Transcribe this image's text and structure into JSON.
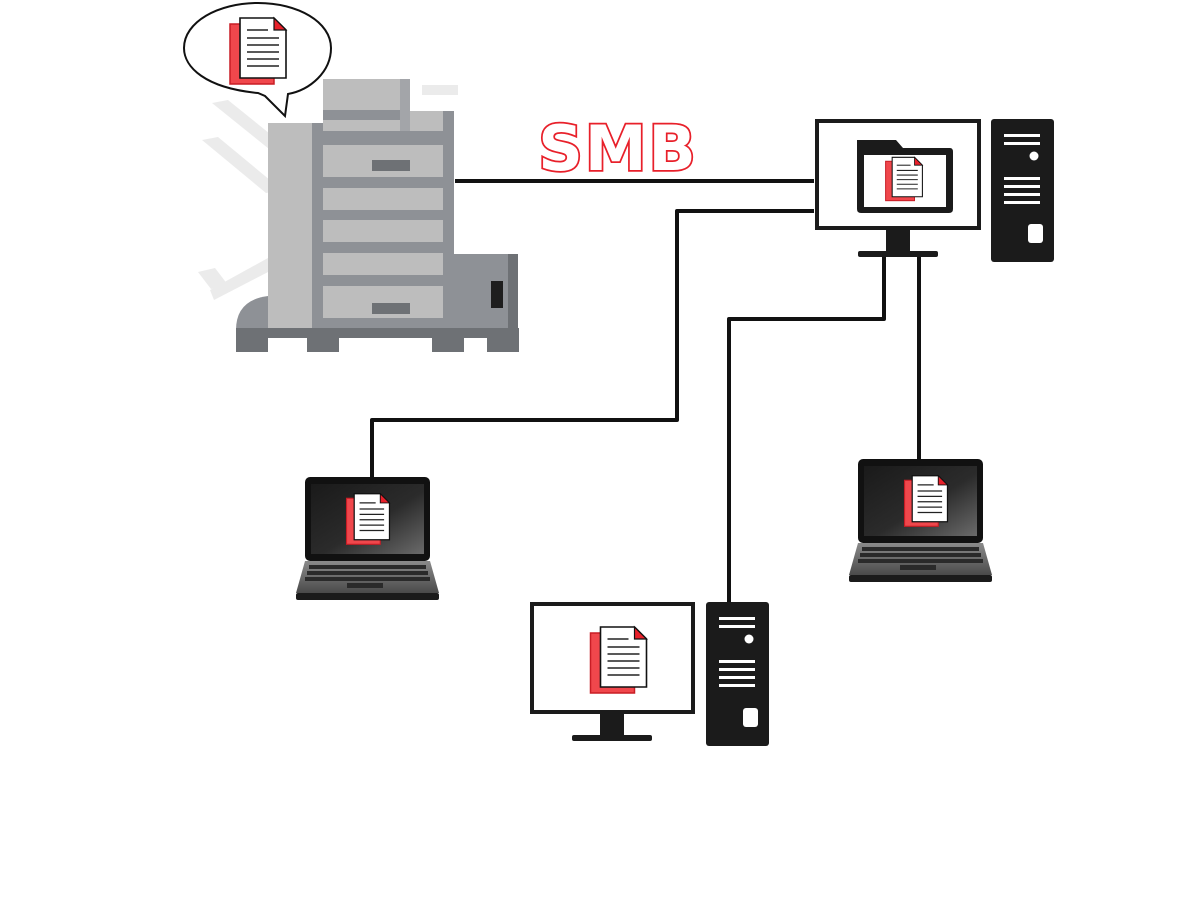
{
  "diagram": {
    "protocol_label": "SMB",
    "nodes": [
      {
        "id": "mfp",
        "kind": "multifunction-printer"
      },
      {
        "id": "file-server",
        "kind": "desktop-with-shared-folder"
      },
      {
        "id": "laptop-left",
        "kind": "laptop"
      },
      {
        "id": "laptop-right",
        "kind": "laptop"
      },
      {
        "id": "desktop-bottom",
        "kind": "desktop"
      }
    ],
    "links": [
      {
        "from": "mfp",
        "to": "file-server",
        "label": "SMB"
      },
      {
        "from": "file-server",
        "to": "laptop-left"
      },
      {
        "from": "file-server",
        "to": "desktop-bottom"
      },
      {
        "from": "file-server",
        "to": "laptop-right"
      }
    ]
  },
  "colors": {
    "document_accent": "#e8202a",
    "device_dark": "#1b1b1b",
    "printer_gray": "#bdbdbd"
  }
}
